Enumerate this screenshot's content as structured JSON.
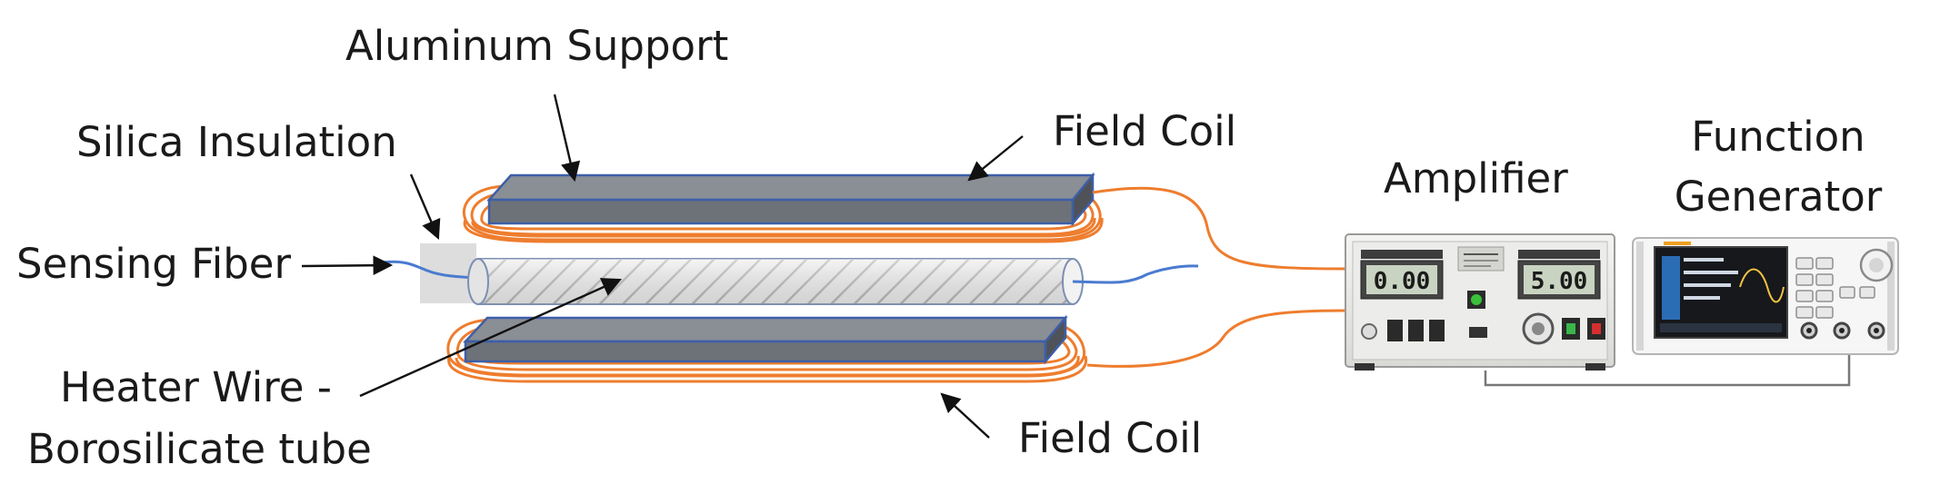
{
  "labels": {
    "aluminum_support": "Aluminum Support",
    "silica_insulation": "Silica Insulation",
    "sensing_fiber": "Sensing Fiber",
    "heater_wire_line1": "Heater Wire -",
    "heater_wire_line2": "Borosilicate tube",
    "field_coil_top": "Field Coil",
    "field_coil_bottom": "Field Coil",
    "amplifier": "Amplifier",
    "function_generator_line1": "Function",
    "function_generator_line2": "Generator"
  },
  "amplifier_display": {
    "left_reading": "0.00",
    "right_reading": "5.00"
  },
  "colors": {
    "coil": "#ee7d2e",
    "plate_top": "#7b7f86",
    "plate_edge": "#3d5fa8",
    "fiber": "#4a7bd0",
    "display_bg": "#c9d3c1"
  },
  "icons": {
    "amplifier": "amplifier-device-icon",
    "function_generator": "function-generator-device-icon"
  }
}
